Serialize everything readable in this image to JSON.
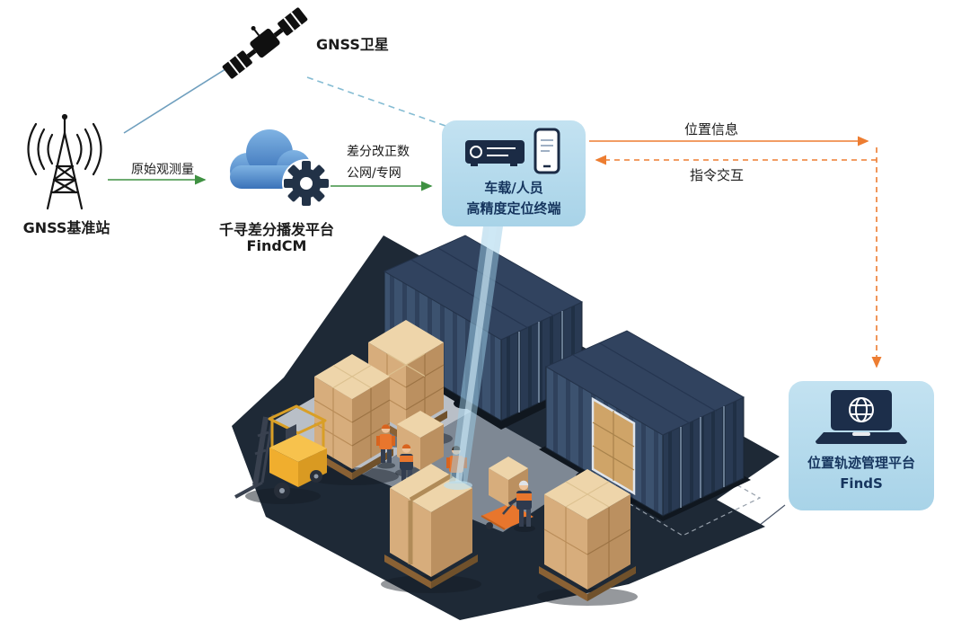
{
  "labels": {
    "satellite": "GNSS卫星",
    "base_station": "GNSS基准站",
    "raw_observation": "原始观测量",
    "correction_line1": "差分改正数",
    "correction_line2": "公网/专网",
    "cloud_platform": "千寻差分播发平台",
    "cloud_platform_name": "FindCM",
    "terminal_line1": "车载/人员",
    "terminal_line2": "高精度定位终端",
    "position_info": "位置信息",
    "command_interaction": "指令交互",
    "management_platform": "位置轨迹管理平台",
    "management_platform_name": "FindS"
  },
  "icons": {
    "satellite": "satellite-icon",
    "base_station": "antenna-tower-icon",
    "cloud": "cloud-gear-icon",
    "terminal": "receiver-and-phone-icon",
    "management_platform": "laptop-globe-icon"
  },
  "colors": {
    "link_solid": "#6f9fbe",
    "link_dashed": "#85bcd3",
    "arrow_green": "#3f9142",
    "arrow_orange": "#ed7d31",
    "panel_fill": "#b5d9ec",
    "text_navy": "#16355e",
    "cloud_blue": "#4a86c8",
    "scene_dark": "#1e2936"
  }
}
